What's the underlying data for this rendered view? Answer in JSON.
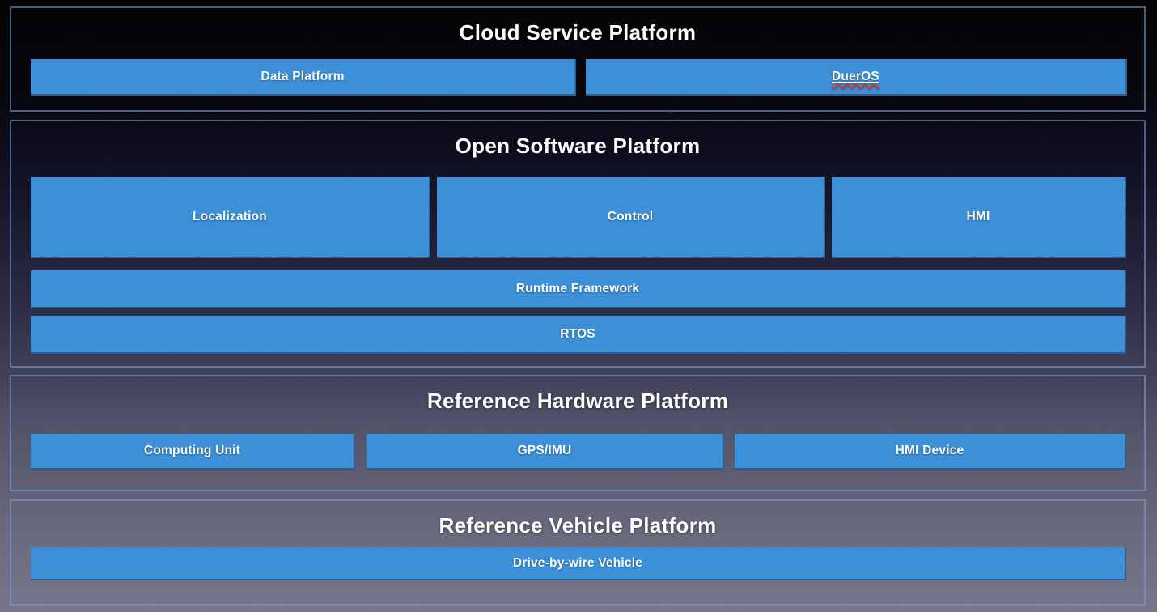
{
  "colors": {
    "box_blue": "#3a8fd8",
    "section_border": "#7d9bcd",
    "title_text": "#ffffff",
    "box_text": "#ffffff",
    "spellcheck_red": "#e02b20",
    "background_top": "#010103",
    "background_bottom": "#75758a"
  },
  "sections": [
    {
      "title": "Cloud Service Platform",
      "boxes": [
        {
          "label": "Data Platform"
        },
        {
          "label": "DuerOS",
          "spellcheck_underline": true
        }
      ]
    },
    {
      "title": "Open Software Platform",
      "boxes": [
        {
          "label": "Localization"
        },
        {
          "label": "Control"
        },
        {
          "label": "HMI"
        },
        {
          "label": "Runtime Framework"
        },
        {
          "label": "RTOS"
        }
      ]
    },
    {
      "title": "Reference Hardware Platform",
      "boxes": [
        {
          "label": "Computing Unit"
        },
        {
          "label": "GPS/IMU"
        },
        {
          "label": "HMI Device"
        }
      ]
    },
    {
      "title": "Reference Vehicle Platform",
      "boxes": [
        {
          "label": "Drive-by-wire Vehicle"
        }
      ]
    }
  ]
}
